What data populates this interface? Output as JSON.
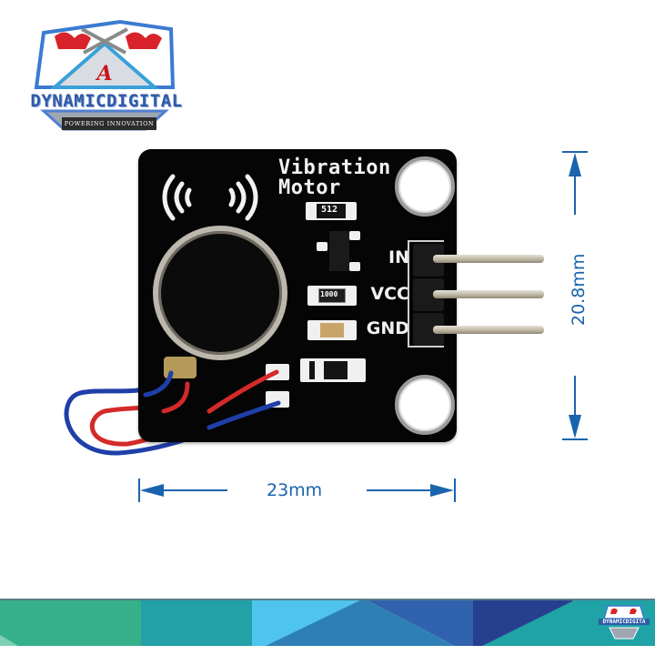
{
  "logo": {
    "brand": "DYNAMICDIGITAL",
    "tagline": "POWERING INNOVATION",
    "monogram": "A",
    "colors": {
      "primary": "#2f5aa6",
      "accent": "#d8232a",
      "tag_bg": "#2b2b2b"
    }
  },
  "module": {
    "silkscreen_title_line1": "Vibration",
    "silkscreen_title_line2": "Motor",
    "resistor_1_code": "512",
    "resistor_2_code": "1000",
    "pins": [
      {
        "label": "IN"
      },
      {
        "label": "VCC"
      },
      {
        "label": "GND"
      }
    ],
    "wires": [
      {
        "color": "#d42a2a",
        "name": "red"
      },
      {
        "color": "#1f3fa8",
        "name": "blue"
      }
    ],
    "icons": [
      "vibration-waves-left-icon",
      "vibration-waves-right-icon"
    ]
  },
  "dimensions": {
    "width": "23mm",
    "height": "20.8mm",
    "color": "#1a64ad"
  },
  "banner": {
    "brand": "DYNAMICDIGITA",
    "colors": [
      "#35b08a",
      "#23a0a8",
      "#4ec4ef",
      "#2e7fb5",
      "#3162ae",
      "#263f8e",
      "#1fa3a6"
    ]
  }
}
